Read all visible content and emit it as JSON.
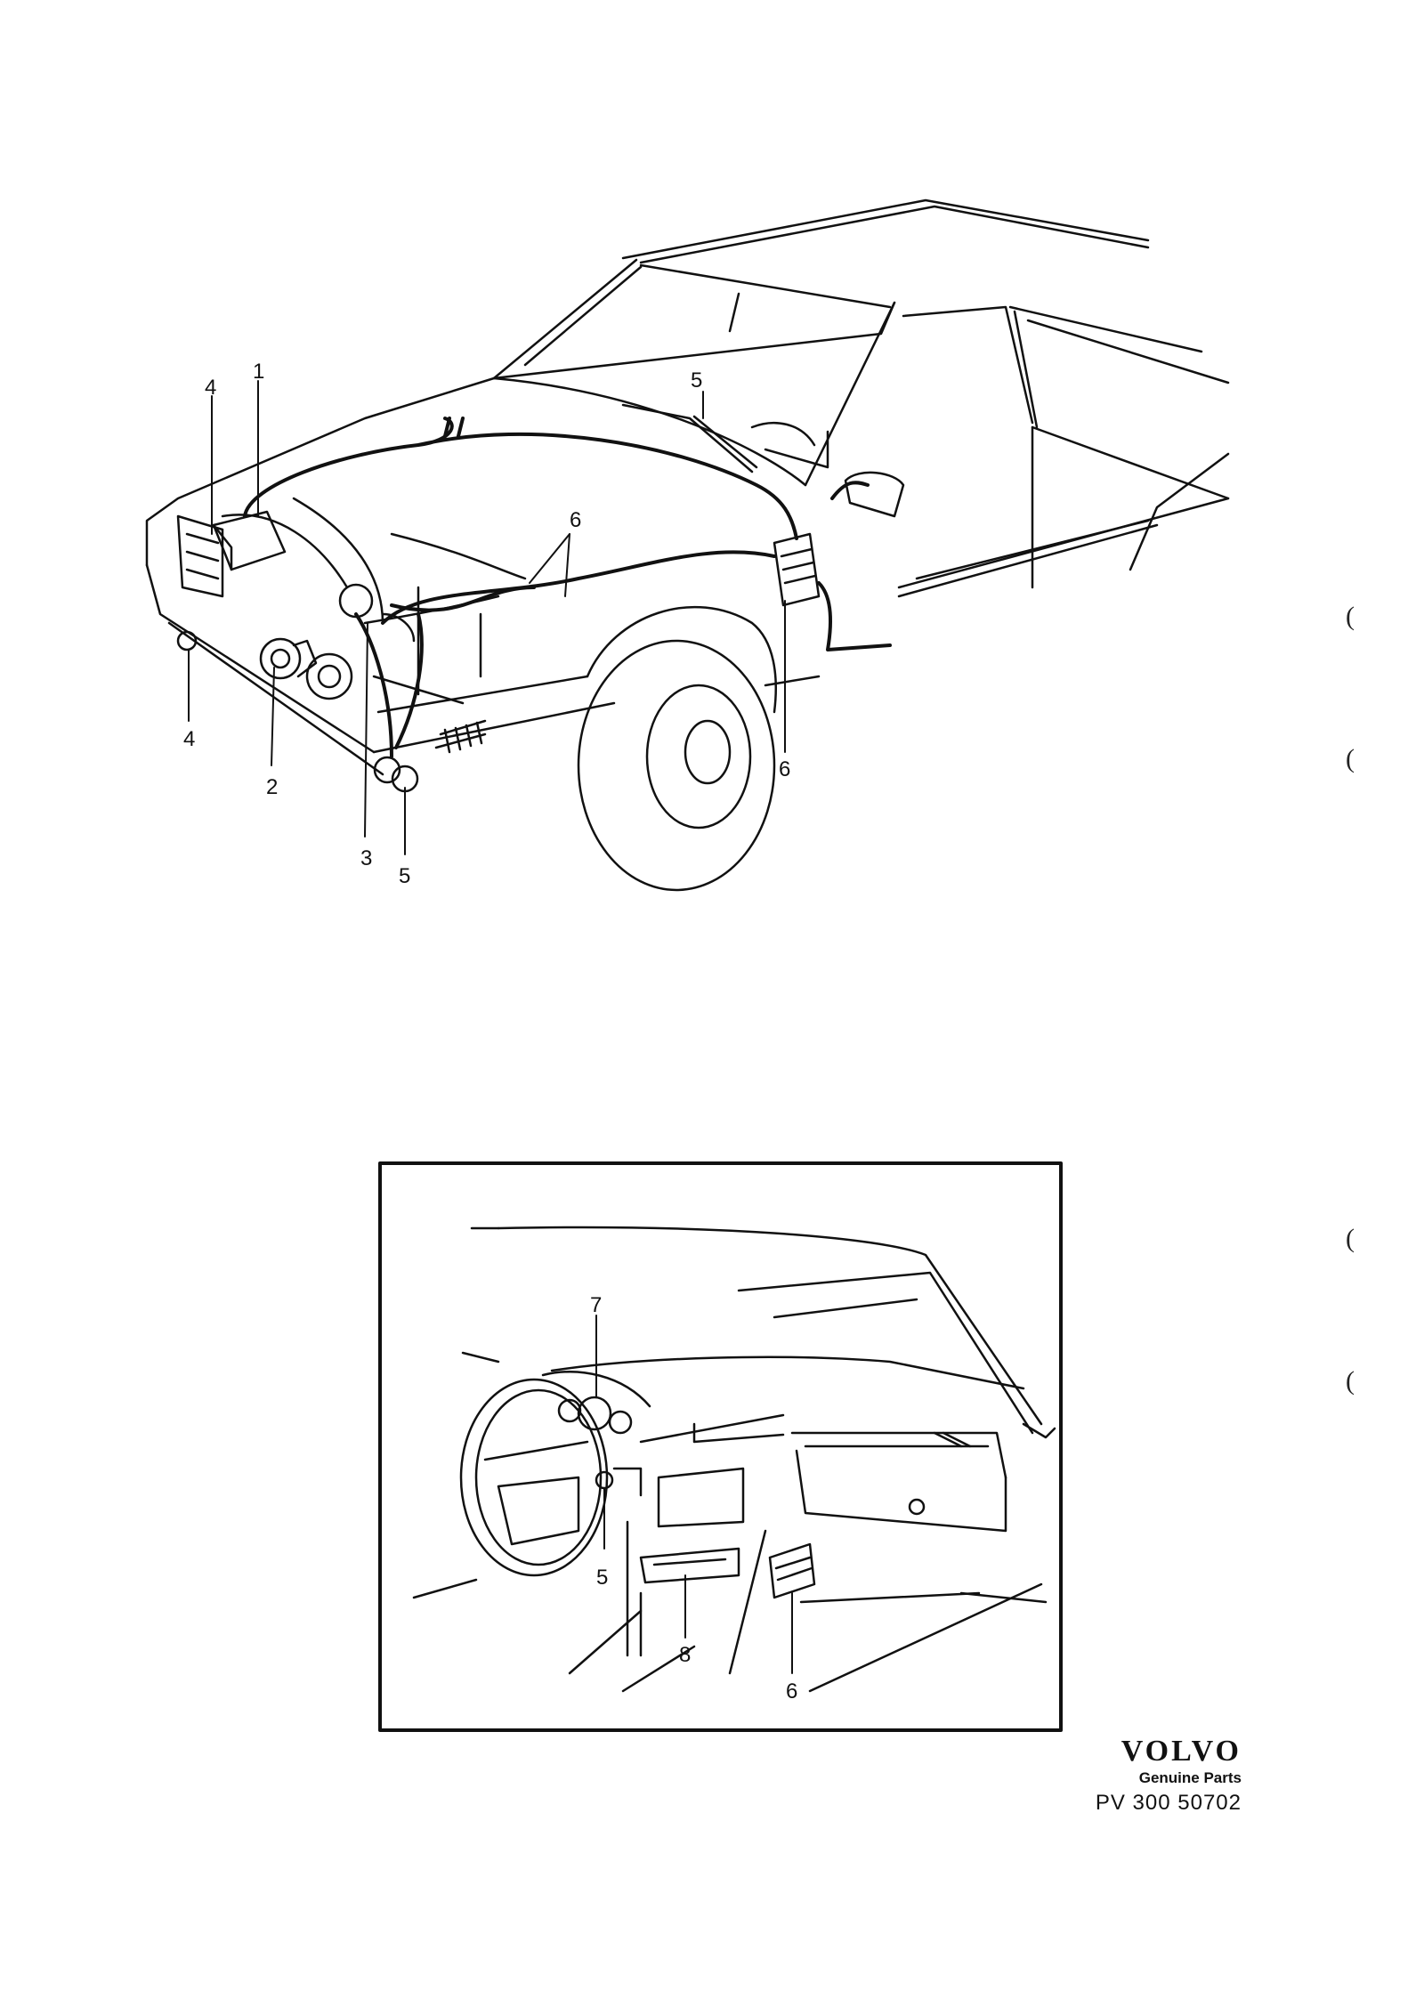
{
  "callouts_top": [
    "1",
    "2",
    "3",
    "4",
    "4",
    "5",
    "5",
    "6",
    "6"
  ],
  "callouts_inset": [
    "5",
    "6",
    "7",
    "8"
  ],
  "brand": {
    "logo": "VOLVO",
    "tagline": "Genuine Parts",
    "part_number": "PV 300 50702"
  },
  "margin_marks": [
    "(",
    "(",
    "(",
    "("
  ]
}
